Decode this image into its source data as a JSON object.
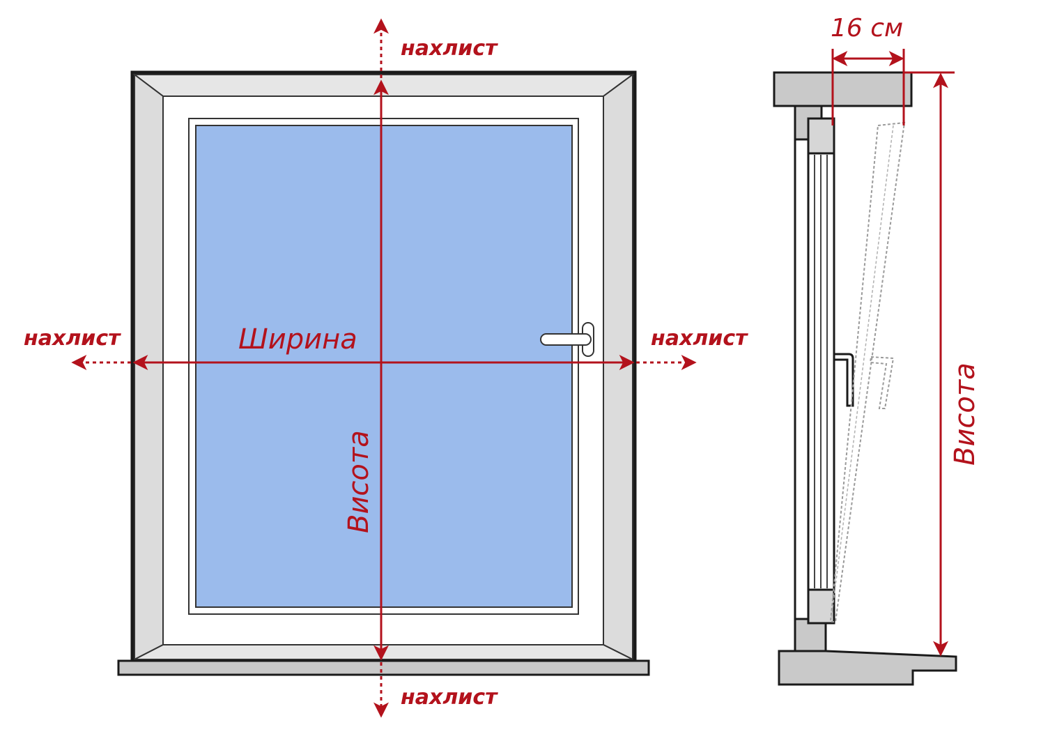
{
  "labels": {
    "overlap": "нахлист",
    "width": "Ширина",
    "height": "Висота",
    "depth": "16 см"
  },
  "colors": {
    "measure_red": "#b3121c",
    "glass_blue": "#9bbbec",
    "frame_gray": "#c9c9c9",
    "outline": "#1a1a1a"
  }
}
